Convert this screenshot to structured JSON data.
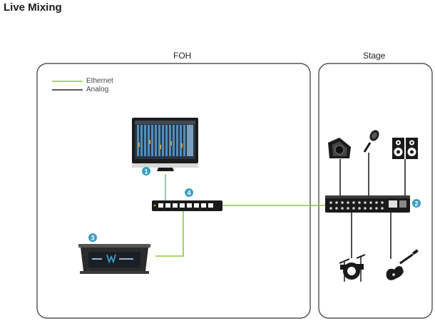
{
  "title": "Live Mixing",
  "zones": {
    "foh": "FOH",
    "stage": "Stage"
  },
  "legend": {
    "ethernet": "Ethernet",
    "analog": "Analog",
    "ethernet_color": "#8dc63f",
    "analog_color": "#222222"
  },
  "badges": {
    "computer": "1",
    "stagebox": "2",
    "server": "3",
    "switch": "4"
  },
  "badge_color": "#3a9fc6",
  "icons": {
    "computer": "monitor-icon",
    "switch": "network-switch-icon",
    "server": "soundgrid-server-icon",
    "stagebox": "io-stagebox-icon",
    "wedge": "wedge-monitor-speaker-icon",
    "mic": "microphone-icon",
    "speakers": "pa-speakers-icon",
    "drums": "drum-kit-icon",
    "guitar": "electric-guitar-icon"
  }
}
